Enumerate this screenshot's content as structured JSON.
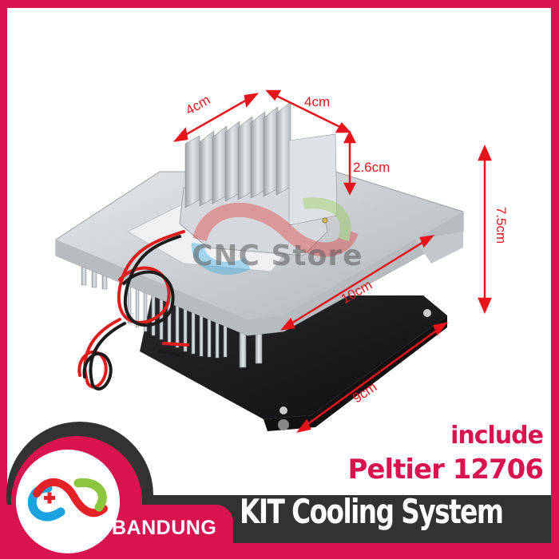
{
  "product": {
    "name": "KIT Cooling System",
    "subtitle_line1": "include",
    "subtitle_line2": "Peltier 12706",
    "watermark": "CNC Store"
  },
  "dimensions": {
    "heatsink_width": "4cm",
    "heatsink_depth": "4cm",
    "heatsink_height": "2.6cm",
    "total_height": "7.5cm",
    "base_length": "10cm",
    "fan_width": "9cm"
  },
  "brand": {
    "location": "BANDUNG",
    "logo": "cnc-store-infinity-logo"
  },
  "colors": {
    "accent": "#d8134f",
    "dark_band": "#323232",
    "dimension_red": "#e8141c",
    "logo_blue": "#1ba3e0",
    "logo_red": "#e52128",
    "logo_green": "#8cc63f"
  }
}
